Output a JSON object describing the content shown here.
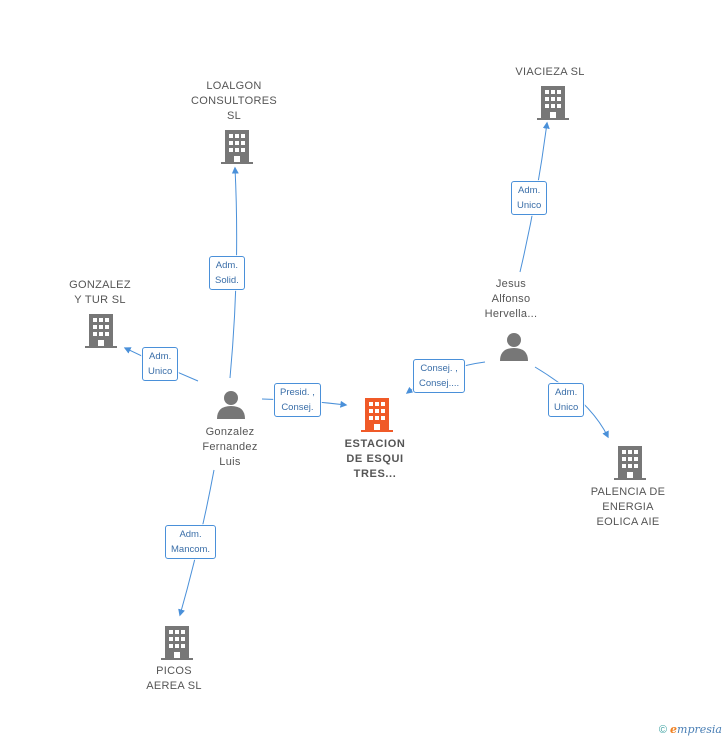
{
  "nodes": {
    "loalgon": {
      "lines": [
        "LOALGON",
        "CONSULTORES",
        "SL"
      ],
      "type": "company"
    },
    "viacieza": {
      "lines": [
        "VIACIEZA SL"
      ],
      "type": "company"
    },
    "gonzalez_tur": {
      "lines": [
        "GONZALEZ",
        "Y TUR SL"
      ],
      "type": "company"
    },
    "estacion": {
      "lines": [
        "ESTACION",
        "DE ESQUI",
        "TRES..."
      ],
      "type": "company-main"
    },
    "palencia": {
      "lines": [
        "PALENCIA DE",
        "ENERGIA",
        "EOLICA AIE"
      ],
      "type": "company"
    },
    "picos": {
      "lines": [
        "PICOS",
        "AEREA SL"
      ],
      "type": "company"
    },
    "jesus": {
      "lines": [
        "Jesus",
        "Alfonso",
        "Hervella..."
      ],
      "type": "person"
    },
    "gonzalez_luis": {
      "lines": [
        "Gonzalez",
        "Fernandez",
        "Luis"
      ],
      "type": "person"
    }
  },
  "roles": {
    "r_loalgon": [
      "Adm.",
      "Solid."
    ],
    "r_viacieza": [
      "Adm.",
      "Unico"
    ],
    "r_gonzalez_tur": [
      "Adm.",
      "Unico"
    ],
    "r_estacion_luis": [
      "Presid. ,",
      "Consej."
    ],
    "r_estacion_jesus": [
      "Consej. ,",
      "Consej...."
    ],
    "r_palencia": [
      "Adm.",
      "Unico"
    ],
    "r_picos": [
      "Adm.",
      "Mancom."
    ]
  },
  "colors": {
    "edge": "#4a90d9",
    "company_icon": "#777777",
    "main_icon": "#f05a28",
    "person_icon": "#777777"
  },
  "footer": {
    "copyright": "©",
    "brand": "mpresia",
    "brand_initial": "e"
  }
}
